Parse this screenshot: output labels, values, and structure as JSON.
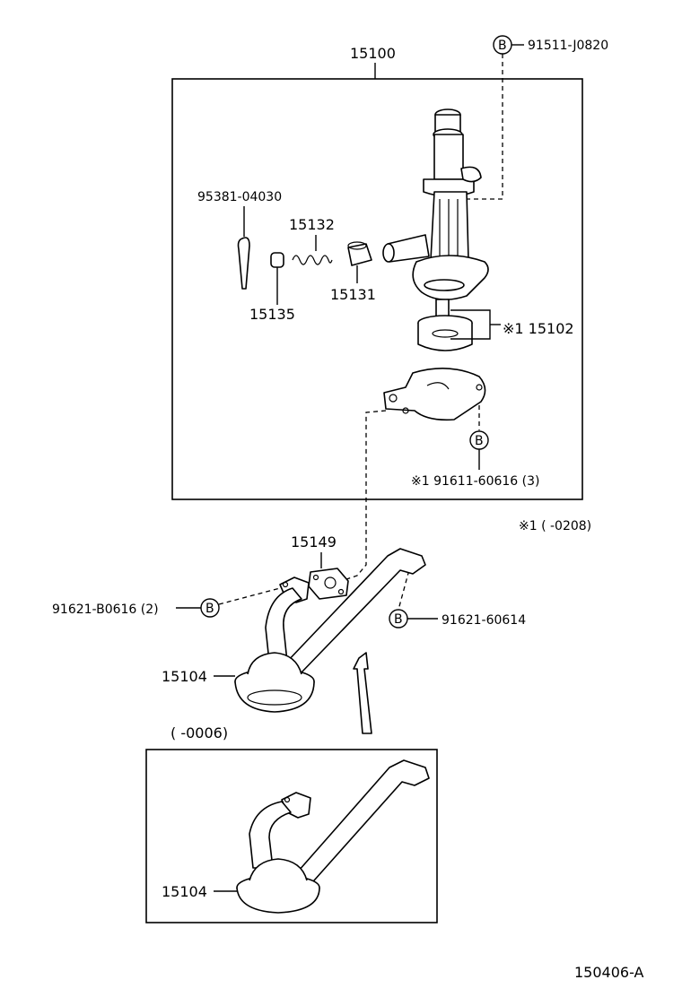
{
  "labels": {
    "assembly": "15100",
    "bolt_top": "91511-J0820",
    "cotter_pin": "95381-04030",
    "spring": "15132",
    "retainer": "15135",
    "relief_valve": "15131",
    "rotor": "※1 15102",
    "bolt_pump": "※1  91611-60616 (3)",
    "footnote": "※1  (        -0208)",
    "gasket": "15149",
    "bolt_left": "91621-B0616 (2)",
    "bolt_right": "91621-60614",
    "strainer": "15104",
    "inset_note": "(        -0006)",
    "strainer_inset": "15104",
    "diagram_number": "150406-A"
  },
  "callouts": {
    "bolt_letter": "B"
  }
}
